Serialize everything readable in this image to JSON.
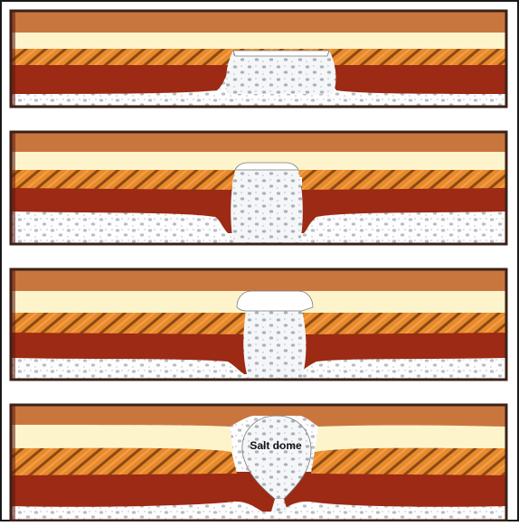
{
  "figure": {
    "colors": {
      "outer_frame": "#1a1a1a",
      "border": "#3a2218",
      "top_brown": "#c9763e",
      "cream": "#fdf4cc",
      "orange_hatched": "#e88a2c",
      "hatch_stroke": "#8a4a14",
      "dark_red": "#9c2a14",
      "white_bed": "#fdfdfd",
      "dots": "#b8bcc6",
      "salt": "#f4f6f8",
      "salt_outline": "#7a7a7a"
    },
    "stages": [
      {
        "label": "",
        "stage": 1
      },
      {
        "label": "",
        "stage": 2
      },
      {
        "label": "",
        "stage": 3
      },
      {
        "label": "Salt dome",
        "stage": 4
      }
    ]
  }
}
